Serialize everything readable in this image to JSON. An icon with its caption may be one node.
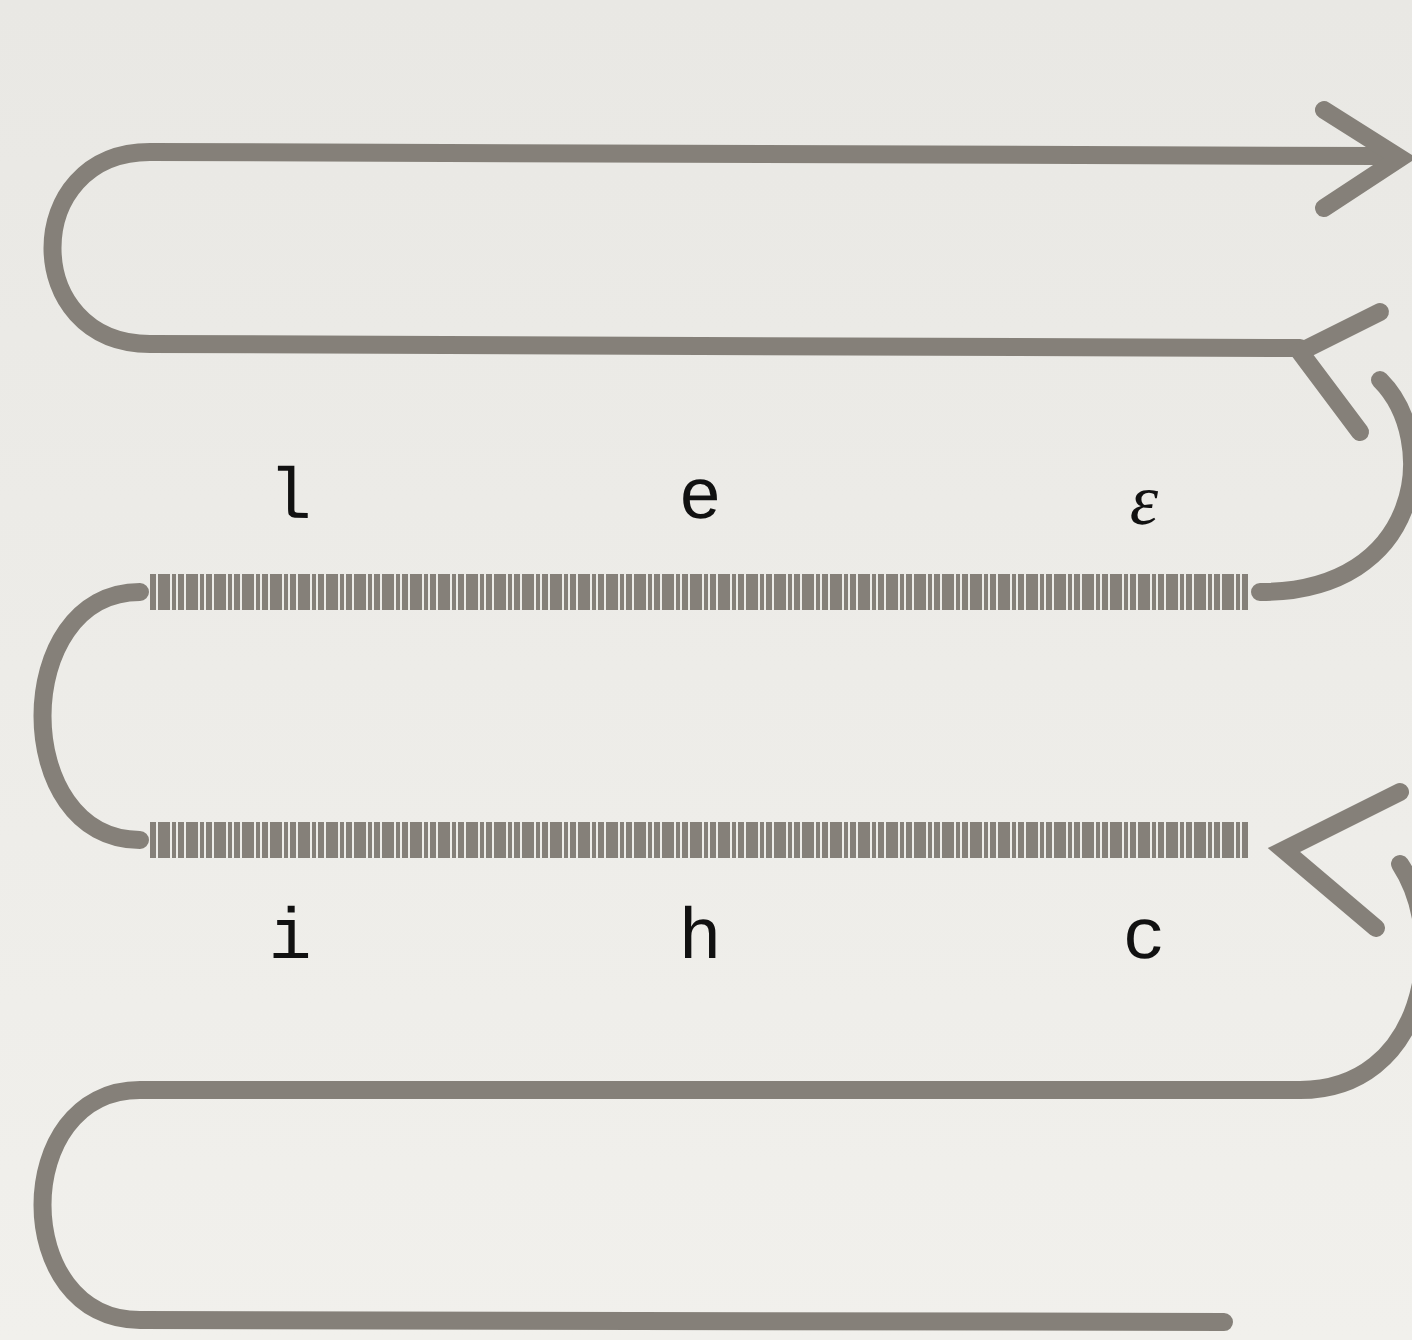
{
  "diagram": {
    "labels": [
      "l",
      "e",
      "ε",
      "i",
      "h",
      "c"
    ]
  }
}
